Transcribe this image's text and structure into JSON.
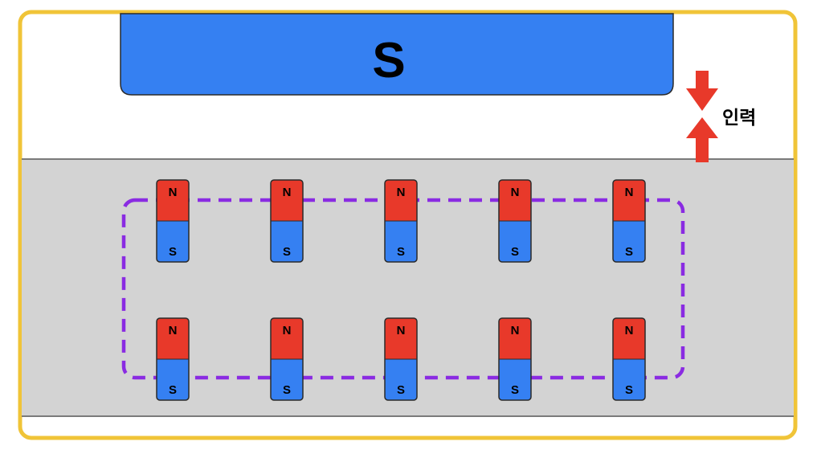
{
  "top_magnet": {
    "label": "S",
    "color": "#3580f2"
  },
  "force": {
    "label": "인력",
    "arrow_color": "#e8392a"
  },
  "small_magnet": {
    "north_label": "N",
    "south_label": "S",
    "north_color": "#e8392a",
    "south_color": "#3580f2"
  },
  "frame": {
    "border_color": "#f0c438",
    "band_color": "#d3d3d3",
    "dashed_color": "#8a2be2"
  },
  "rows": [
    {
      "magnets": [
        {
          "n": "N",
          "s": "S"
        },
        {
          "n": "N",
          "s": "S"
        },
        {
          "n": "N",
          "s": "S"
        },
        {
          "n": "N",
          "s": "S"
        },
        {
          "n": "N",
          "s": "S"
        }
      ]
    },
    {
      "magnets": [
        {
          "n": "N",
          "s": "S"
        },
        {
          "n": "N",
          "s": "S"
        },
        {
          "n": "N",
          "s": "S"
        },
        {
          "n": "N",
          "s": "S"
        },
        {
          "n": "N",
          "s": "S"
        }
      ]
    }
  ]
}
